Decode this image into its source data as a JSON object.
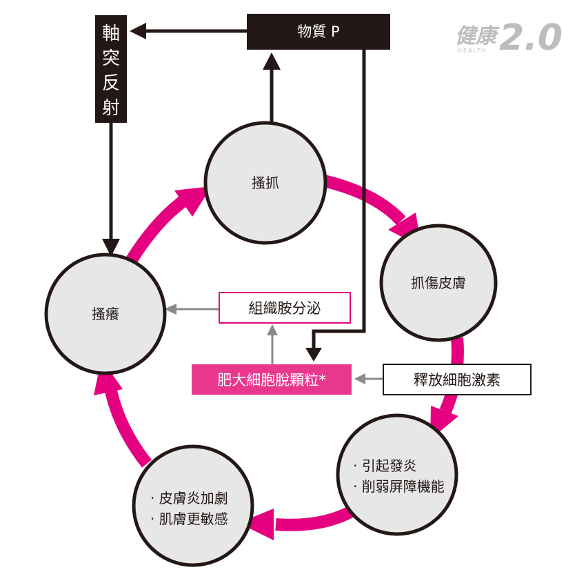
{
  "diagram": {
    "colors": {
      "accent": "#e4007f",
      "pink_box": "#e8378d",
      "dark": "#231815",
      "circle_fill": "#e7e7e8",
      "gray_arrow": "#8a8a8a"
    },
    "logo": {
      "text_main": "健康",
      "text_num": "2.0",
      "text_sub": "HEALTH"
    },
    "substance_p": "物質 P",
    "axon_reflex": [
      "軸",
      "突",
      "反",
      "射"
    ],
    "nodes": {
      "scratch": "搔抓",
      "skin_damage": "抓傷皮膚",
      "inflammation": [
        "‧ 引起發炎",
        "‧ 削弱屏障機能"
      ],
      "worsen": [
        "‧ 皮膚炎加劇",
        "‧ 肌膚更敏感"
      ],
      "itch": "搔癢"
    },
    "histamine": "組織胺分泌",
    "mast_cell": "肥大細胞脫顆粒*",
    "release_hormone": "釋放細胞激素"
  }
}
